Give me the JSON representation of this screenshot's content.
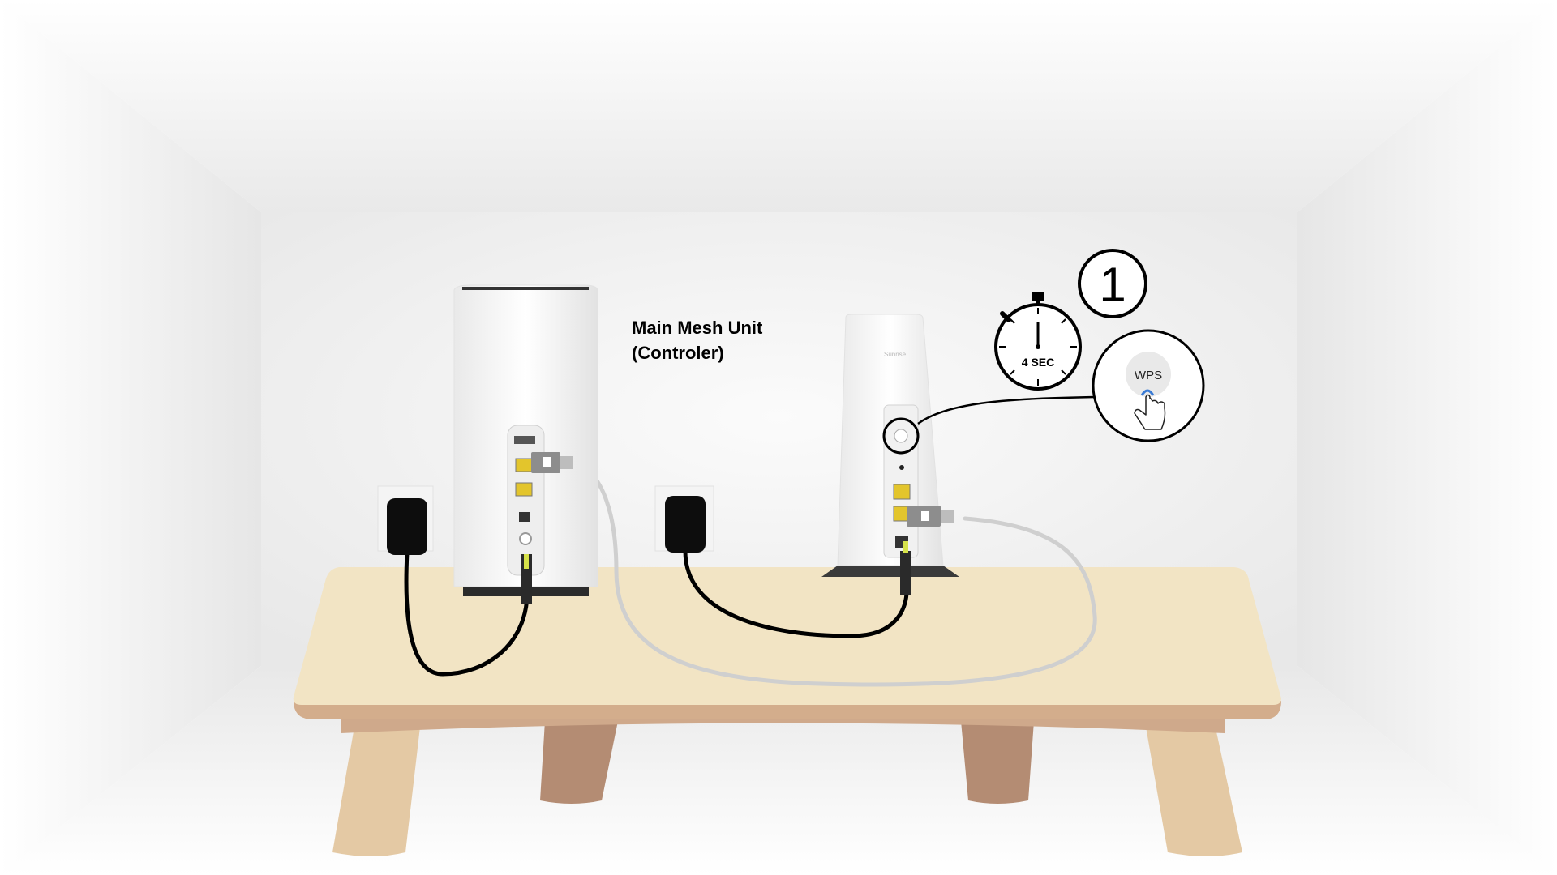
{
  "main_unit": {
    "label_line1": "Main Mesh Unit",
    "label_line2": "(Controler)"
  },
  "step": {
    "number": "1"
  },
  "timer": {
    "text": "4 SEC"
  },
  "wps_callout": {
    "button_text": "WPS",
    "highlight_color": "#3a7bd5"
  },
  "satellite_unit": {
    "brand_text": "Sunrise"
  },
  "colors": {
    "power_cable": "#000000",
    "ethernet_cable": "#cfcfcf",
    "table_top": "#f2e4c4",
    "table_edge": "#d3ad8c",
    "table_legs": "#e4c9a4",
    "ethernet_port": "#e3c52c",
    "power_plug_tip": "#d6e24a"
  }
}
